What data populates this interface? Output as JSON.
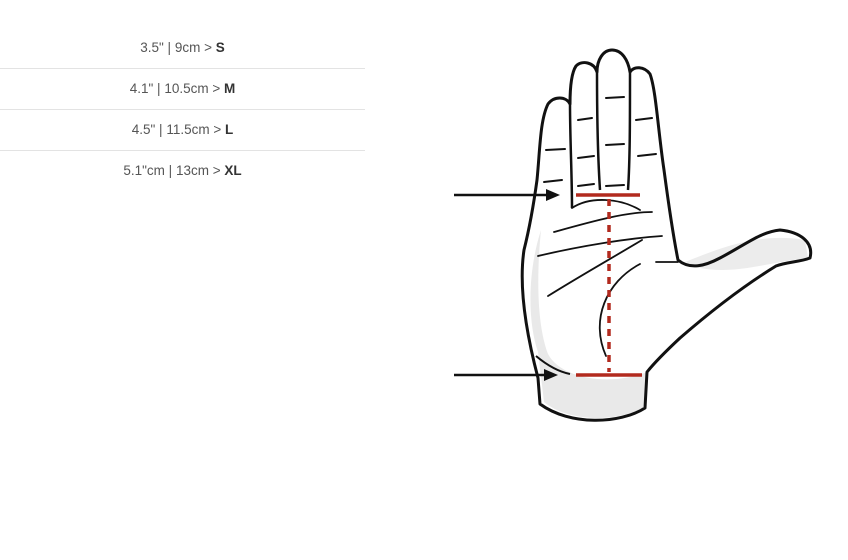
{
  "size_chart": {
    "rows": [
      {
        "measure": "3.5\" | 9cm > ",
        "size": "S"
      },
      {
        "measure": "4.1\" | 10.5cm > ",
        "size": "M"
      },
      {
        "measure": "4.5\" | 11.5cm > ",
        "size": "L"
      },
      {
        "measure": "5.1\"cm | 13cm > ",
        "size": "XL"
      }
    ]
  },
  "diagram": {
    "icon": "hand-measurement-icon",
    "measure_color": "#b22a1e",
    "outline_color": "#111111",
    "shadow_color": "#e9e9e9"
  }
}
